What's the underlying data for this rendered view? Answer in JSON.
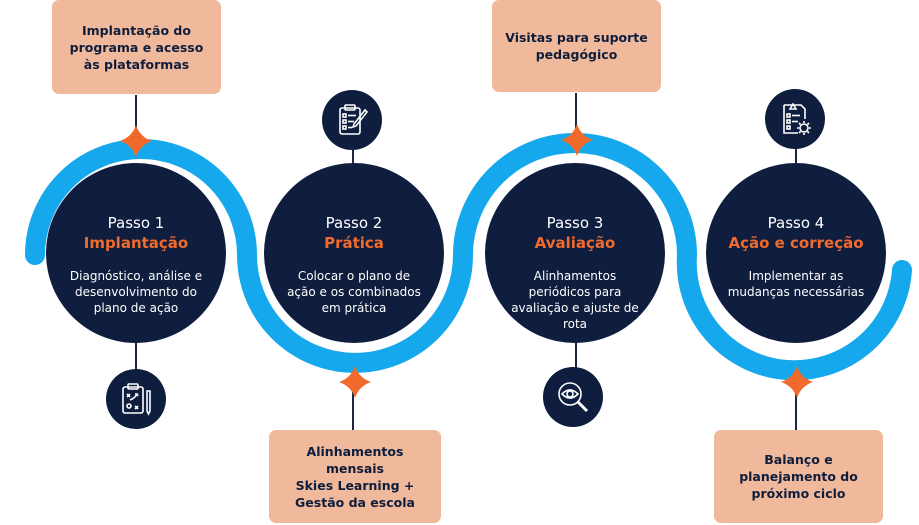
{
  "colors": {
    "navy": "#0f1e3f",
    "orange": "#f26a2b",
    "peach": "#f0b99b",
    "blue": "#16a8ec"
  },
  "steps": [
    {
      "num": "Passo 1",
      "title": "Implantação",
      "desc": "Diagnóstico, análise e desenvolvimento do plano de ação",
      "icon": "strategy-clipboard-icon"
    },
    {
      "num": "Passo 2",
      "title": "Prática",
      "desc": "Colocar o plano de ação e os combinados em prática",
      "icon": "checklist-pen-icon"
    },
    {
      "num": "Passo 3",
      "title": "Avaliação",
      "desc": "Alinhamentos periódicos para avaliação e ajuste de rota",
      "icon": "eye-magnifier-icon"
    },
    {
      "num": "Passo 4",
      "title": "Ação e correção",
      "desc": "Implementar as mudanças necessárias",
      "icon": "document-gear-icon"
    }
  ],
  "milestones": [
    {
      "text": "Implantação do\nprograma e acesso\nàs plataformas"
    },
    {
      "text": "Alinhamentos mensais\nSkies Learning +\nGestão da escola"
    },
    {
      "text": "Visitas para suporte\npedagógico"
    },
    {
      "text": "Balanço e\nplanejamento do\npróximo ciclo"
    }
  ]
}
